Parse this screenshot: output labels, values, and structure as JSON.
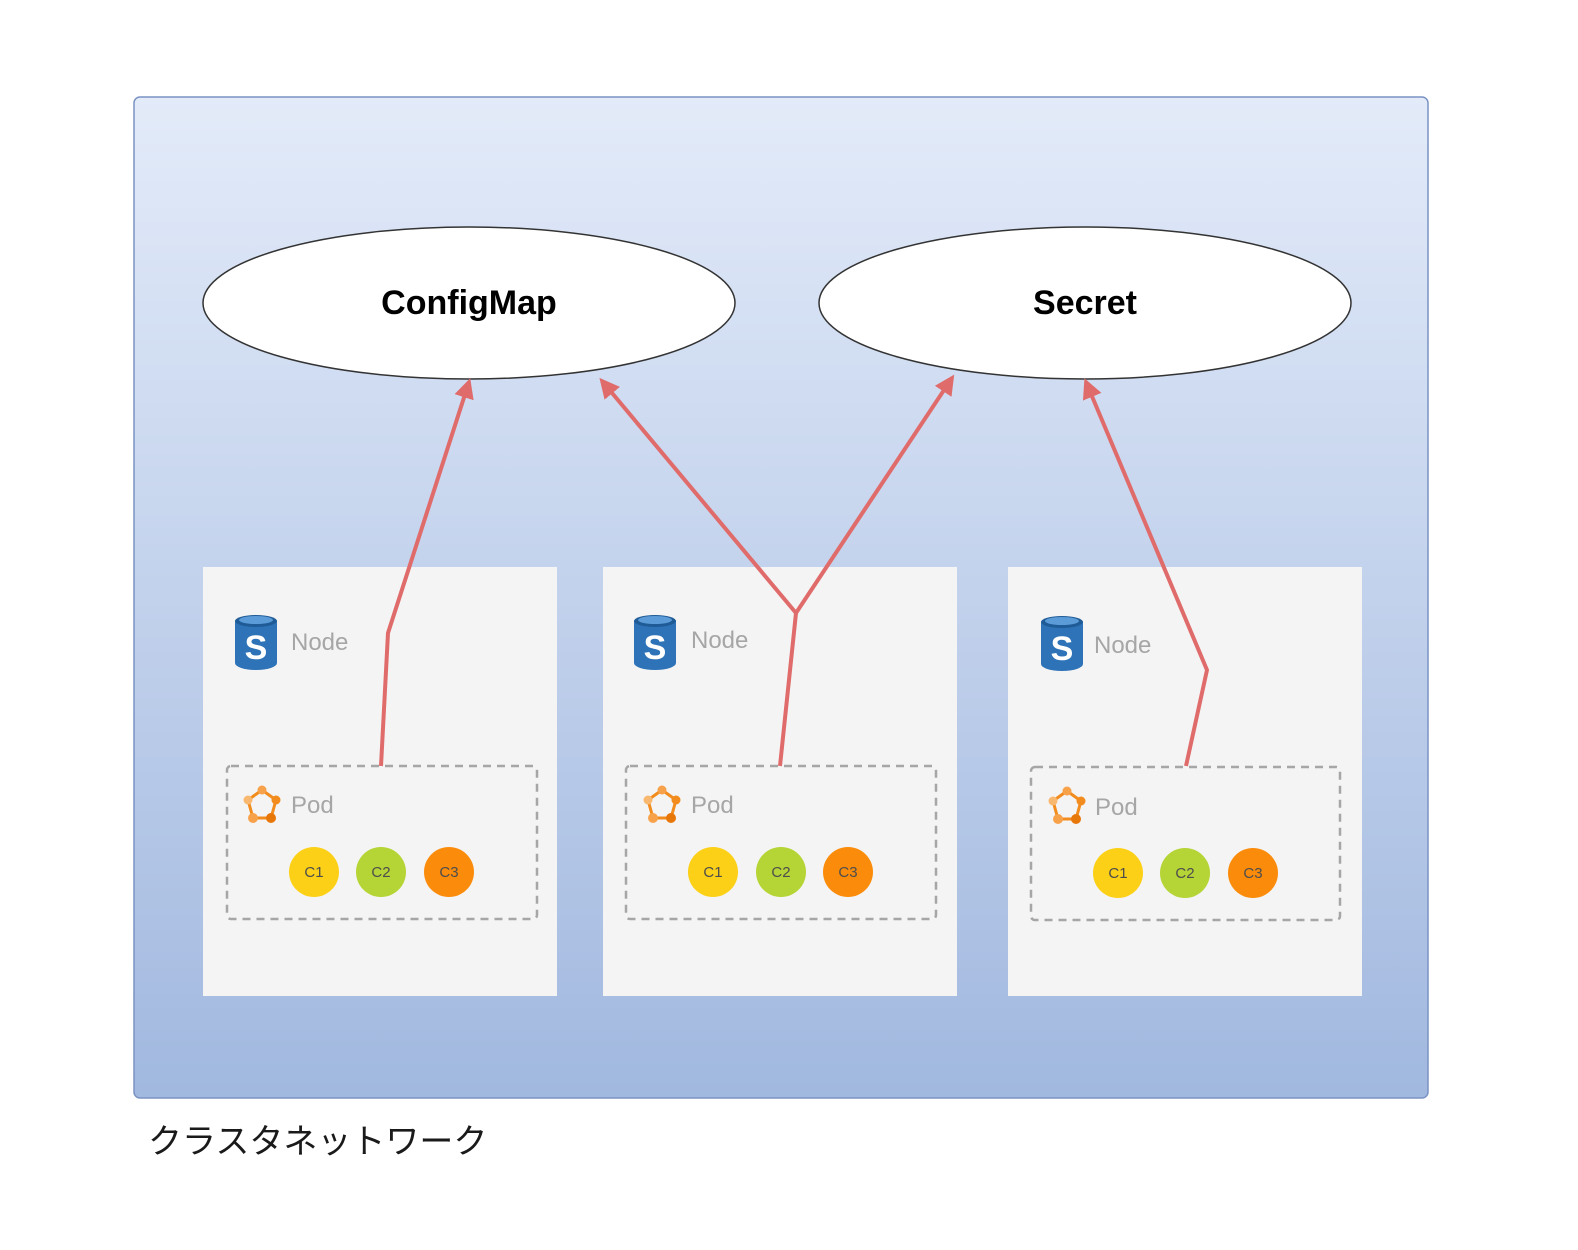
{
  "cluster": {
    "caption": "クラスタネットワーク",
    "background_top": "#e3ebf9",
    "background_bottom": "#a1b8df",
    "border_color": "#7a93c4"
  },
  "resources": [
    {
      "id": "configmap",
      "label": "ConfigMap"
    },
    {
      "id": "secret",
      "label": "Secret"
    }
  ],
  "nodes": [
    {
      "label": "Node",
      "pod": {
        "label": "Pod",
        "containers": [
          "C1",
          "C2",
          "C3"
        ]
      }
    },
    {
      "label": "Node",
      "pod": {
        "label": "Pod",
        "containers": [
          "C1",
          "C2",
          "C3"
        ]
      }
    },
    {
      "label": "Node",
      "pod": {
        "label": "Pod",
        "containers": [
          "C1",
          "C2",
          "C3"
        ]
      }
    }
  ],
  "connections": [
    {
      "from": "node-1-pod",
      "to": "configmap"
    },
    {
      "from": "node-2-pod",
      "to": "configmap"
    },
    {
      "from": "node-2-pod",
      "to": "secret"
    },
    {
      "from": "node-3-pod",
      "to": "secret"
    }
  ],
  "colors": {
    "arrow": "#e06b6b",
    "node_bg": "#f4f4f4",
    "pod_border": "#a6a6a6",
    "container_c1": "#fcd016",
    "container_c2": "#b5d435",
    "container_c3": "#fb8c0b",
    "node_icon": "#2e73b8",
    "pod_icon": "#f28c1e"
  },
  "icons": {
    "node_icon": "storage-s-cylinder-icon",
    "pod_icon": "pod-pentagon-icon"
  }
}
